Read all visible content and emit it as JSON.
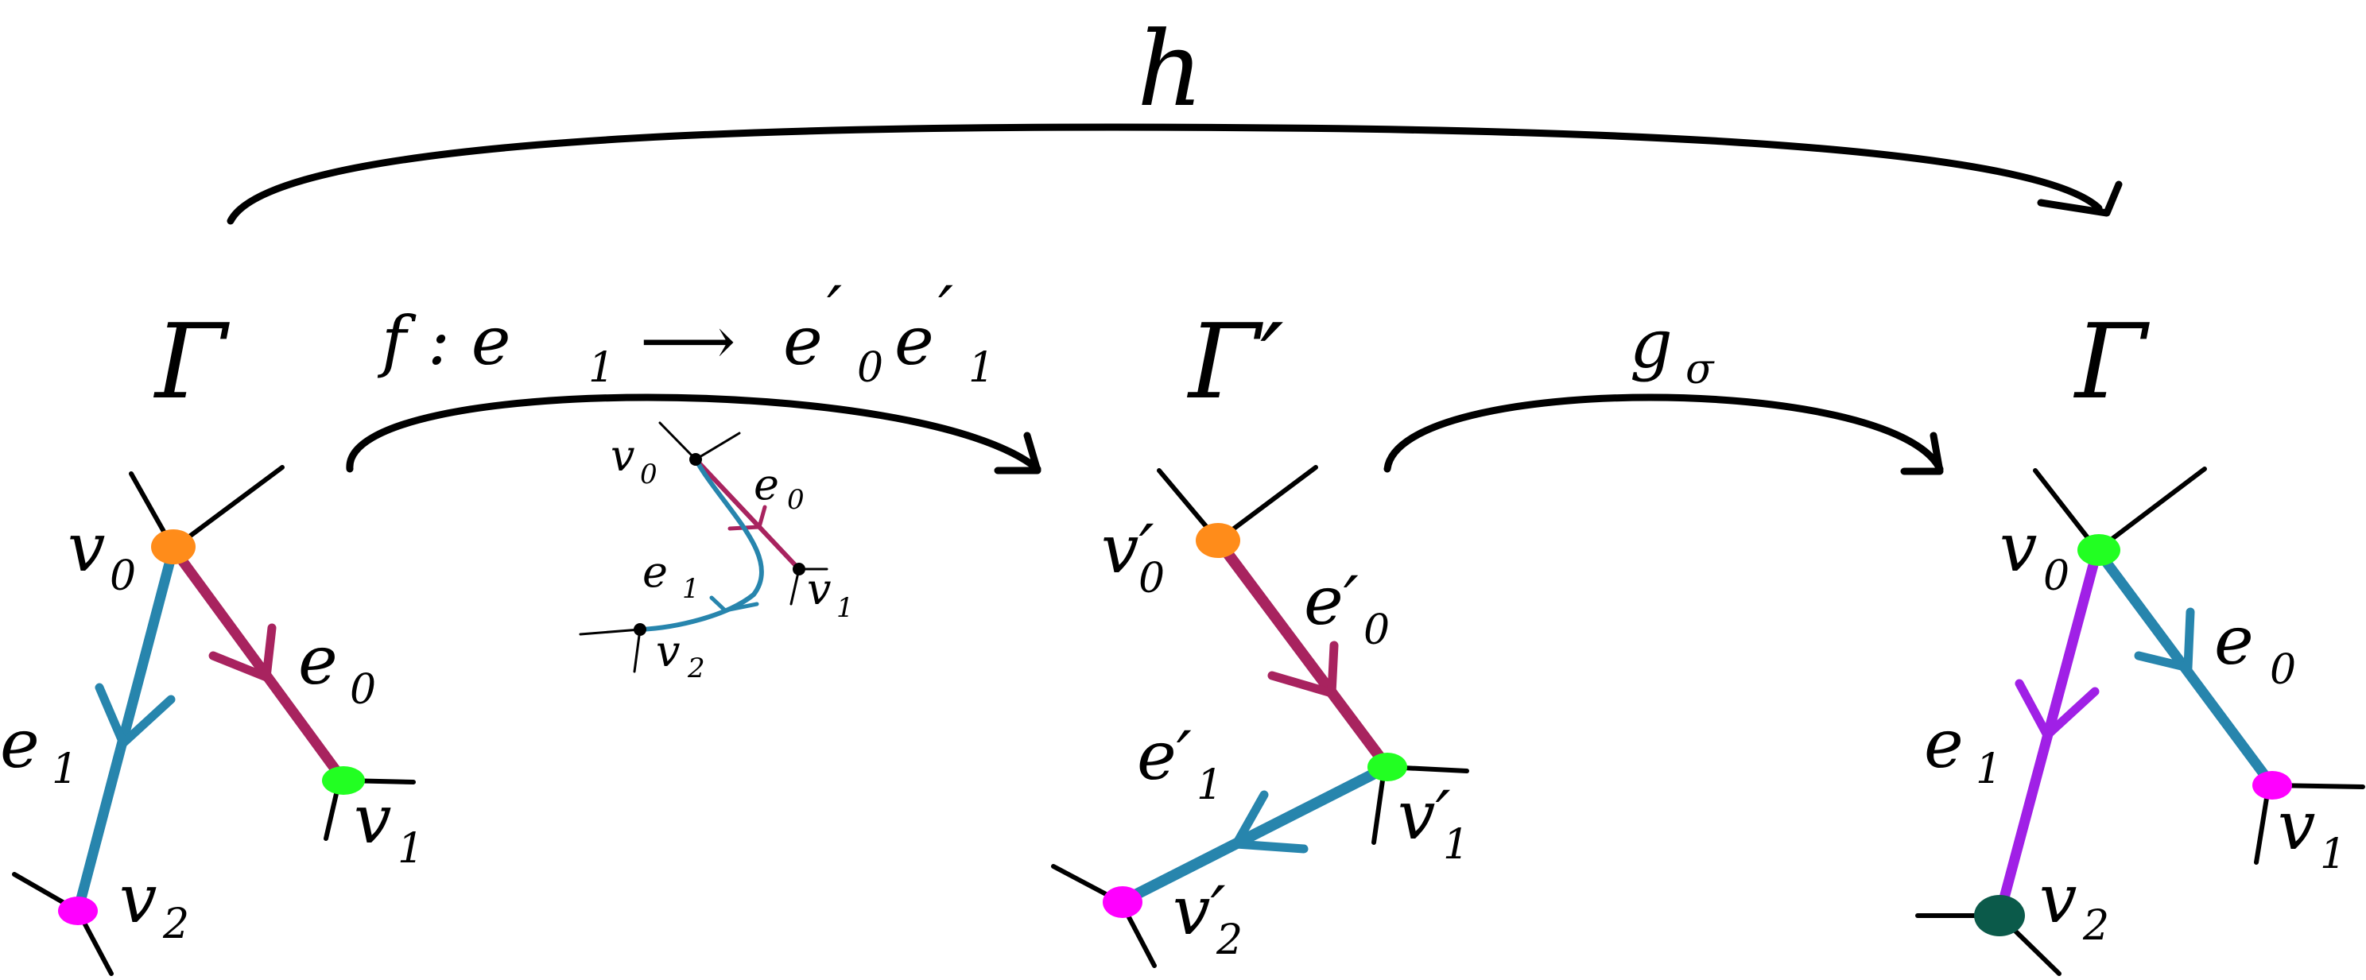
{
  "colors": {
    "edge_blue": "#2785ad",
    "edge_maroon": "#a8235f",
    "edge_purple": "#a020e6",
    "vertex_orange": "#ff8c1a",
    "vertex_green": "#22ff22",
    "vertex_magenta": "#ff00ff",
    "vertex_darkgreen": "#0b5a4a",
    "vertex_black": "#000000"
  },
  "top_map": {
    "label": "h"
  },
  "map_f": {
    "label": "f : e",
    "sub1": "1",
    "arrow": "⟶",
    "rhs": "e",
    "rhs_sub0": "0",
    "rhs2": "e",
    "rhs_sub1": "1",
    "prime": "′"
  },
  "map_g": {
    "label": "g",
    "sub": "σ"
  },
  "graph_left": {
    "title": "Γ",
    "v0": "v",
    "v0_sub": "0",
    "v1": "v",
    "v1_sub": "1",
    "v2": "v",
    "v2_sub": "2",
    "e0": "e",
    "e0_sub": "0",
    "e1": "e",
    "e1_sub": "1"
  },
  "graph_mid": {
    "title": "Γ′",
    "v0": "v′",
    "v0_sub": "0",
    "v1": "v′",
    "v1_sub": "1",
    "v2": "v′",
    "v2_sub": "2",
    "e0": "e′",
    "e0_sub": "0",
    "e1": "e′",
    "e1_sub": "1"
  },
  "graph_right": {
    "title": "Γ",
    "v0": "v",
    "v0_sub": "0",
    "v1": "v",
    "v1_sub": "1",
    "v2": "v",
    "v2_sub": "2",
    "e0": "e",
    "e0_sub": "0",
    "e1": "e",
    "e1_sub": "1"
  },
  "inset": {
    "v0": "v",
    "v0_sub": "0",
    "v1": "v",
    "v1_sub": "1",
    "v2": "v",
    "v2_sub": "2",
    "e0": "e",
    "e0_sub": "0",
    "e1": "e",
    "e1_sub": "1"
  }
}
